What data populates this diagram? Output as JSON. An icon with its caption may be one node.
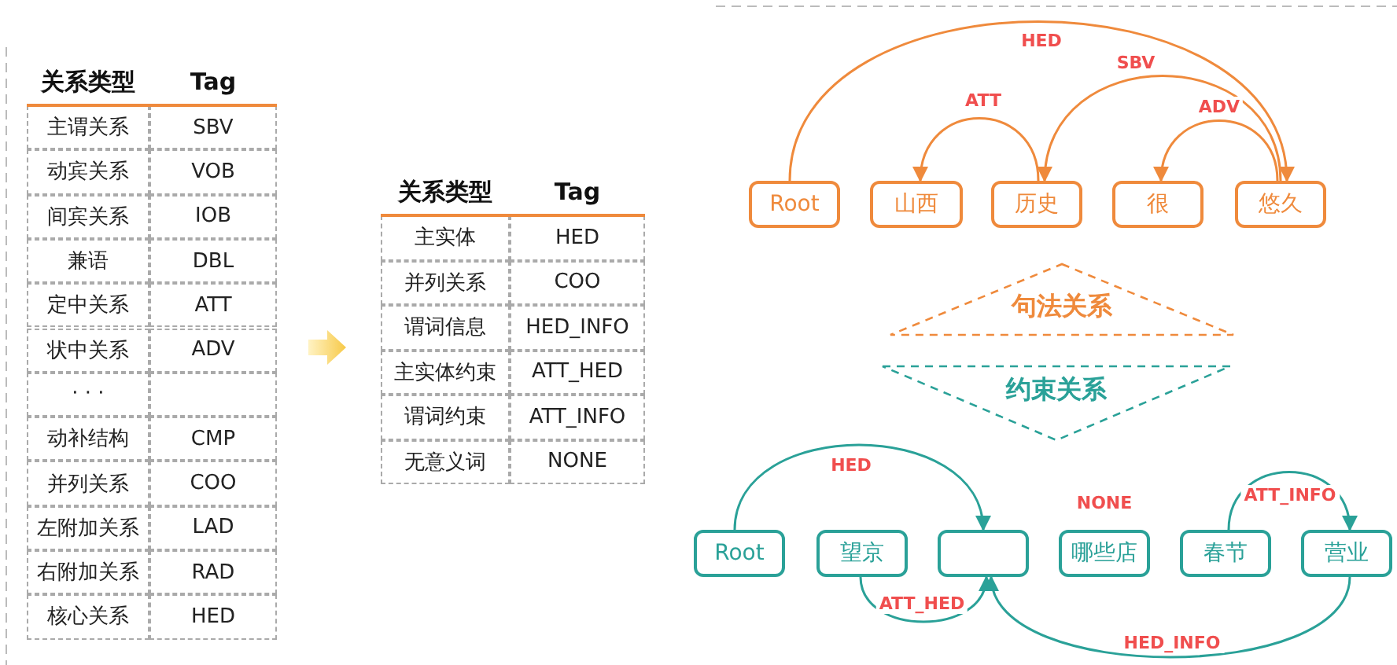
{
  "diagram": {
    "nodes": [
      {
        "text": [
          "Root"
        ]
      },
      {
        "text": [
          "山西"
        ]
      },
      {
        "text": [
          "历史"
        ]
      },
      {
        "text": [
          "很"
        ]
      },
      {
        "text": [
          "悠久"
        ]
      },
      {
        "text": [
          "句法关系"
        ]
      },
      {
        "text": [
          "约束关系"
        ]
      },
      {
        "text": [
          "Root"
        ]
      },
      {
        "text": [
          "望京"
        ]
      },
      {
        "text": [],
        "shape": "box"
      },
      {
        "text": [
          "哪些店"
        ],
        "beside": [
          "NONE"
        ]
      },
      {
        "text": [
          "春节"
        ]
      },
      {
        "text": [
          "营业"
        ]
      }
    ],
    "edges": [
      {
        "from": 0,
        "to": 4,
        "arrow": "to",
        "label": "HED",
        "color": "#ef8a3c"
      },
      {
        "from": 2,
        "to": 1,
        "arrow": "to",
        "label": "ATT",
        "color": "#ef8a3c"
      },
      {
        "from": 4,
        "to": 2,
        "arrow": "to",
        "label": "SBV",
        "color": "#ef8a3c"
      },
      {
        "from": 4,
        "to": 3,
        "arrow": "to",
        "label": "ADV",
        "color": "#ef8a3c"
      },
      {
        "from": 7,
        "to": 9,
        "arrow": "to",
        "label": "HED",
        "color": "#2aa198"
      },
      {
        "from": 8,
        "to": 9,
        "arrow": "to",
        "label": "ATT_HED",
        "color": "#2aa198"
      },
      {
        "from": 12,
        "to": 9,
        "arrow": "to",
        "label": "HED_INFO",
        "color": "#2aa198"
      },
      {
        "from": 11,
        "to": 12,
        "arrow": "to",
        "label": "ATT_INFO",
        "color": "#2aa198"
      }
    ],
    "labels": [
      "关系类型",
      "Tag",
      "主谓关系",
      "SBV",
      "动宾关系",
      "VOB",
      "间宾关系",
      "IOB",
      "兼语",
      "DBL",
      "定中关系",
      "ATT",
      "状中关系",
      "ADV",
      "· · ·",
      "动补结构",
      "CMP",
      "并列关系",
      "COO",
      "左附加关系",
      "LAD",
      "右附加关系",
      "RAD",
      "核心关系",
      "HED",
      "关系类型",
      "Tag",
      "主实体",
      "HED",
      "并列关系",
      "COO",
      "谓词信息",
      "HED_INFO",
      "主实体约束",
      "ATT_HED",
      "谓词约束",
      "ATT_INFO",
      "无意义词",
      "NONE"
    ]
  }
}
